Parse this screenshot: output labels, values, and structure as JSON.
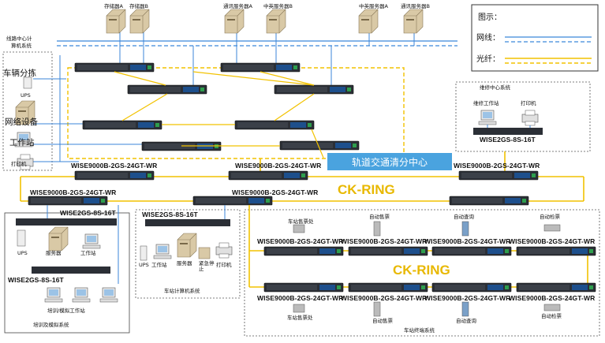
{
  "top_servers": [
    "存储器A",
    "存储器B",
    "通讯服务器A",
    "中英服务器B",
    "中英服务器A",
    "通讯服务器B"
  ],
  "left_system": {
    "title_line1": "线路中心计",
    "title_line2": "算机系统",
    "items": [
      "车辆分拣",
      "UPS",
      "网络设备",
      "工作站",
      "打印机"
    ]
  },
  "legend": {
    "title": "图示：",
    "copper": "网线：",
    "fiber": "光纤："
  },
  "colors": {
    "copper": "#3b86d9",
    "fiber": "#f2c200",
    "banner": "#4aa3df",
    "ring": "#e8b800"
  },
  "maintenance": {
    "title": "维修中心系统",
    "workstation": "维修工作站",
    "printer": "打印机",
    "switch": "WISE2GS-8S-16T"
  },
  "clearing_center": "轨道交通清分中心",
  "ring_label_1": "CK-RING",
  "ring_label_2": "CK-RING",
  "ring_switch_label": "WISE9000B-2GS-24GT-WR",
  "training": {
    "switch": "WISE2GS-8S-16T",
    "ups": "UPS",
    "server": "服务器",
    "workstation": "工作站",
    "switch2": "WISE2GS-8S-16T",
    "bottom_ws": "培训/模拟工作站",
    "title": "培训及模拟系统"
  },
  "station_computer": {
    "switch": "WISE2GS-8S-16T",
    "ups": "UPS",
    "workstation": "工作站",
    "server": "服务器",
    "emergency": "紧急停止",
    "printer": "打印机",
    "title": "车站计算机系统"
  },
  "terminal": {
    "top_labels": [
      "车站售票处",
      "自动售票",
      "自动查询",
      "自动检票"
    ],
    "bottom_labels": [
      "车站售票处",
      "自动售票",
      "自动查询",
      "自动检票"
    ],
    "title": "车站终端系统"
  }
}
